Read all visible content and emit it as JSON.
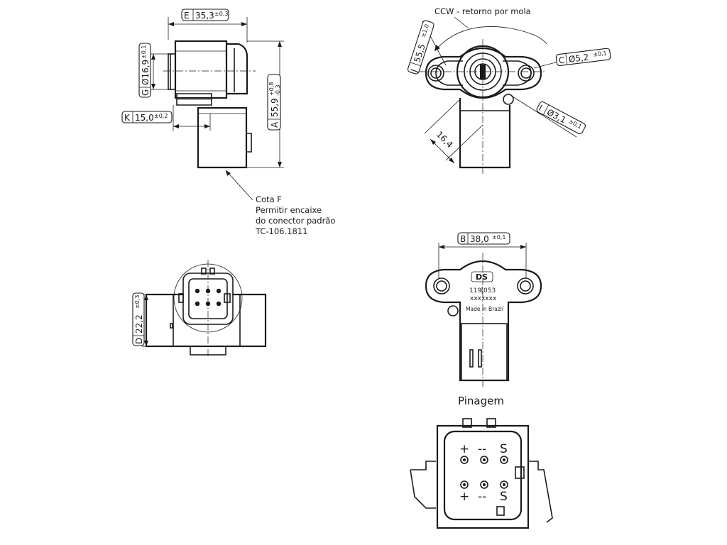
{
  "dims": {
    "E": {
      "letter": "E",
      "value": "35,3",
      "tol": "±0,3"
    },
    "G": {
      "letter": "G",
      "value": "Ø16,9",
      "tol": "±0,1"
    },
    "K": {
      "letter": "K",
      "value": "15,0",
      "tol": "±0,2"
    },
    "A": {
      "letter": "A",
      "value": "55,9",
      "tol_plus": "+0,8",
      "tol_minus": "-0,3"
    },
    "D": {
      "letter": "D",
      "value": "22,2",
      "tol": "±0,3"
    },
    "J": {
      "letter": "J",
      "value": "55,5",
      "tol": "±1,0"
    },
    "C": {
      "letter": "C",
      "value": "Ø5,2",
      "tol": "±0,1"
    },
    "I": {
      "letter": "I",
      "value": "Ø3,1",
      "tol": "±0,1"
    },
    "B": {
      "letter": "B",
      "value": "38,0",
      "tol": "±0,1"
    },
    "len_164": "16,4"
  },
  "notes": {
    "ccw": "CCW - retorno por mola",
    "cota_f": [
      "Cota F",
      "Permitir encaixe",
      "do conector padrão",
      "TC-106.1811"
    ]
  },
  "label_body": {
    "logo": "DS",
    "part_a": "119",
    "part_b": "053",
    "code": "xxxxxxx",
    "origin": "Made in Brazil"
  },
  "pinout": {
    "title": "Pinagem",
    "top_row": [
      "+",
      "--",
      "S"
    ],
    "bottom_row": [
      "+",
      "--",
      "S"
    ]
  }
}
